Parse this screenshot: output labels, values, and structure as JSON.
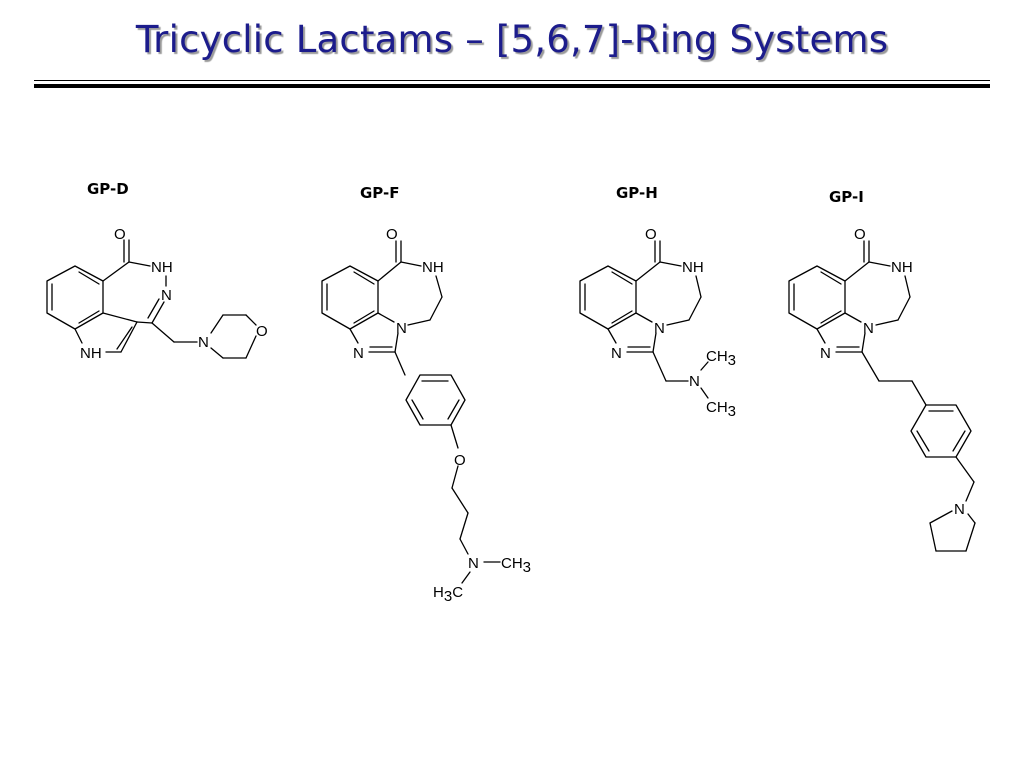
{
  "slide": {
    "title": "Tricyclic Lactams – [5,6,7]-Ring Systems"
  },
  "compounds": [
    {
      "label": "GP-D"
    },
    {
      "label": "GP-F"
    },
    {
      "label": "GP-H"
    },
    {
      "label": "GP-I"
    }
  ],
  "atoms": {
    "oxygen": "O",
    "nitrogen": "N",
    "amide_nh": "NH",
    "indole_nh": "NH",
    "methyl": "CH",
    "methyl_sub": "3",
    "methyl_left_h": "H",
    "methyl_left_c": "C"
  }
}
